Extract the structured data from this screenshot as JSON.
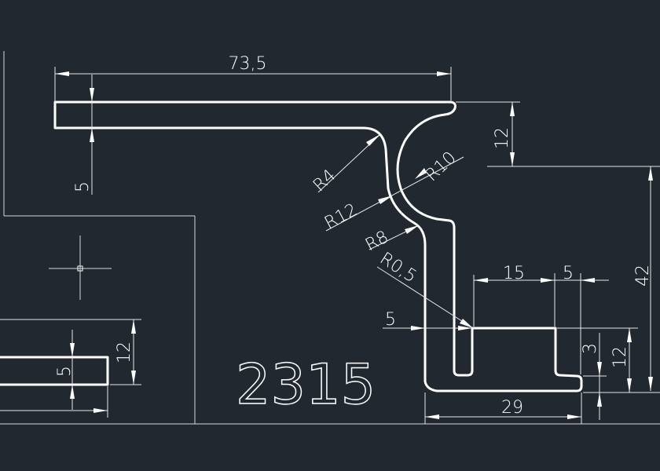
{
  "drawing": {
    "part_number": "2315",
    "dimensions": {
      "overall_width": "73,5",
      "top_thickness": "5",
      "head_height": "12",
      "total_height": "42",
      "r4": "R4",
      "r10": "R10",
      "r12": "R12",
      "r8": "R8",
      "r05": "R0,5",
      "slot_width": "5",
      "flange_length": "15",
      "step_width": "5",
      "step_height": "3",
      "foot_height": "12",
      "base_width": "29"
    },
    "detail": {
      "thickness": "5",
      "height": "12"
    }
  },
  "colors": {
    "background": "#212830",
    "lines": "#ffffff"
  }
}
